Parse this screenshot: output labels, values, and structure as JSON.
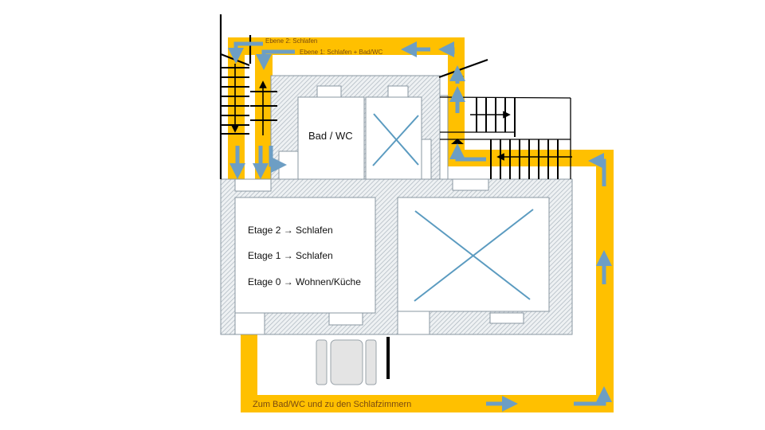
{
  "route_labels": {
    "level2": "Ebene 2: Schlafen",
    "level1": "Ebene 1: Schlafen + Bad/WC",
    "bottom": "Zum Bad/WC und zu den Schlafzimmern"
  },
  "rooms": {
    "bath": "Bad / WC",
    "floors": [
      "Etage 2 → Schlafen",
      "Etage 1 → Schlafen",
      "Etage 0 → Wohnen/Küche"
    ]
  },
  "colors": {
    "route": "#FFC000",
    "arrow": "#6D9EC4",
    "wall": "#A9B4BD",
    "cross": "#5B9BC0",
    "label_text": "#7A4A10"
  }
}
